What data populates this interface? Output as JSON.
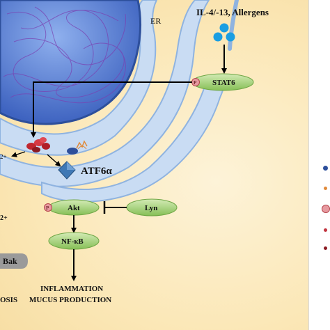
{
  "labels": {
    "er": "ER",
    "stimulus": "IL-4/-13, Allergens",
    "stat6": "STAT6",
    "atf6": "ATF6α",
    "akt": "Akt",
    "lyn": "Lyn",
    "nfkb": "NF-κB",
    "bak": "Bak",
    "ca_left": "2+",
    "ca_left2": "2+",
    "outcome_line1": "INFLAMMATION",
    "outcome_line2_left": "OSIS",
    "outcome_line2_right": "MUCUS PRODUCTION",
    "phospho": "P"
  },
  "colors": {
    "background": "#fbe7b6",
    "nucleus": "#4f74cc",
    "er_membrane": "#c9dcf3",
    "node_green": "#a7d07c",
    "allergen": "#1a9ee2",
    "phospho_red": "#d9484e",
    "atf6_blue": "#3f78b5",
    "bak_grey": "#9a9a9a"
  }
}
